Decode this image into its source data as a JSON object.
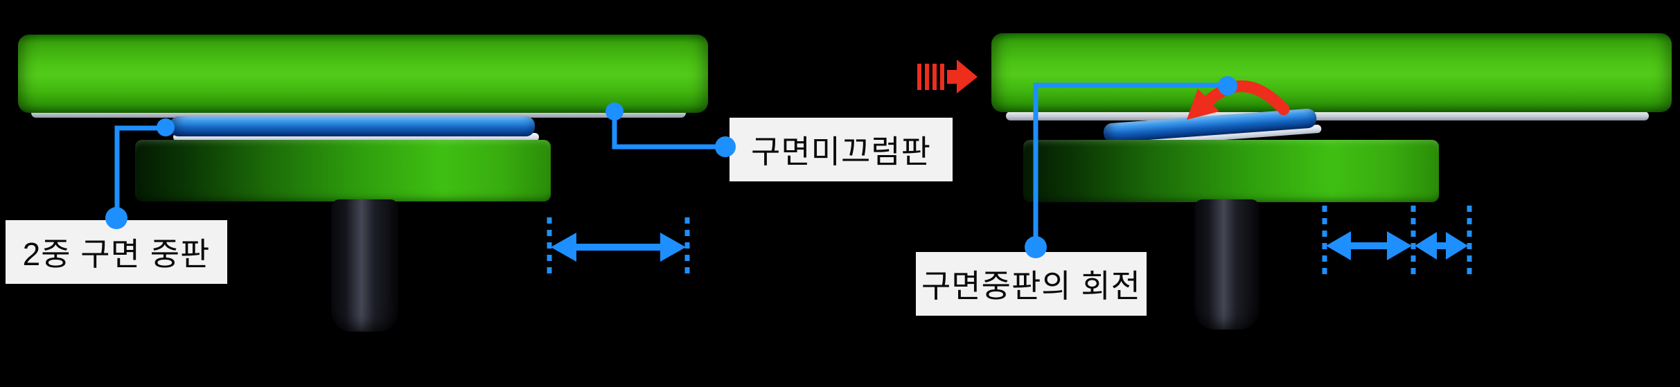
{
  "diagram": {
    "title_hint": "spherical sliding bearing diagram",
    "background": "#000000",
    "colors": {
      "accent_blue": "#1e8fff",
      "accent_red": "#ee2d1d",
      "plate_green": "#4cc415",
      "pedestal_green": "#3fbf12",
      "disc_blue": "#1565c0",
      "label_background": "#f2f2f2",
      "label_text": "#0a0a0a"
    },
    "left": {
      "middle_plate_label": "2중 구면 중판",
      "sliding_plate_label": "구면미끄럼판"
    },
    "right": {
      "rotation_label": "구면중판의 회전"
    }
  }
}
